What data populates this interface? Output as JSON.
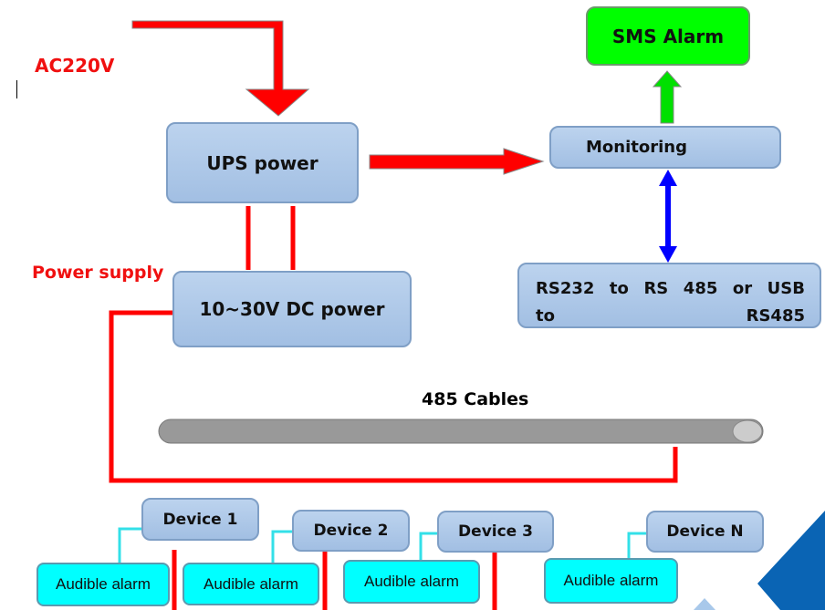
{
  "labels": {
    "ac": "AC220V",
    "power_supply": "Power supply",
    "cables": "485 Cables"
  },
  "boxes": {
    "ups": "UPS power",
    "dc": "10~30V DC power",
    "monitoring": "Monitoring",
    "sms": "SMS Alarm",
    "converter": "RS232 to RS 485 or USB to RS485"
  },
  "devices": [
    {
      "name": "Device 1",
      "alarm": "Audible alarm"
    },
    {
      "name": "Device 2",
      "alarm": "Audible alarm"
    },
    {
      "name": "Device 3",
      "alarm": "Audible alarm"
    },
    {
      "name": "Device N",
      "alarm": "Audible alarm"
    }
  ],
  "colors": {
    "power": "#ff0000",
    "sms": "#00ff00",
    "link": "#0000ff",
    "alarm": "#00ffff",
    "box": "#b0c8e8"
  }
}
